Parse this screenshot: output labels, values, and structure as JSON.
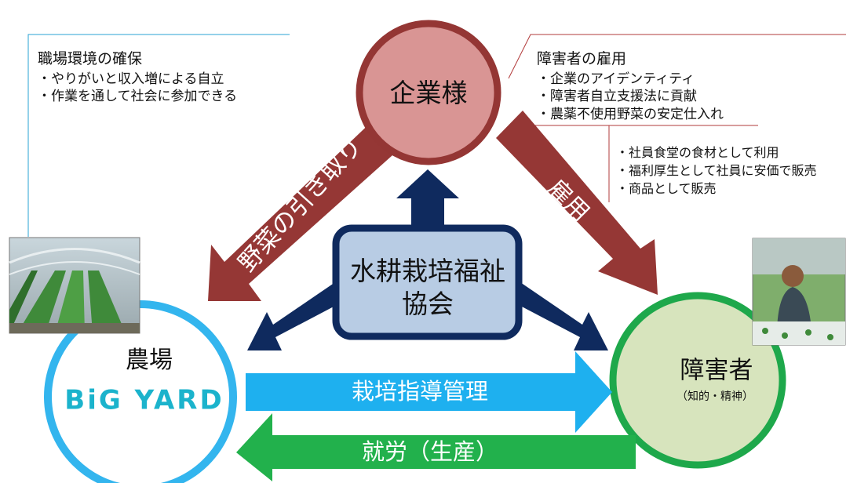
{
  "company": {
    "label": "企業様"
  },
  "association": {
    "line1": "水耕栽培福祉",
    "line2": "協会"
  },
  "farm": {
    "label": "農場",
    "logo": "BiG YARD"
  },
  "disabled": {
    "label": "障害者",
    "sub": "（知的・精神）"
  },
  "arrows": {
    "vegetables": "野菜の引き取り",
    "employment": "雇用",
    "guidance": "栽培指導管理",
    "labor": "就労（生産）"
  },
  "notes": {
    "workplace": {
      "title": "職場環境の確保",
      "items": [
        "・やりがいと収入増による自立",
        "・作業を通して社会に参加できる"
      ]
    },
    "hiring": {
      "title": "障害者の雇用",
      "items": [
        "・企業のアイデンティティ",
        "・障害者自立支援法に貢献",
        "・農薬不使用野菜の安定仕入れ"
      ]
    },
    "usage": {
      "items": [
        "・社員食堂の食材として利用",
        "・福利厚生として社員に安価で販売",
        "・商品として販売"
      ]
    }
  },
  "photos": {
    "greenhouse": "greenhouse-photo",
    "worker": "worker-photo"
  },
  "colors": {
    "company_fill": "#d99594",
    "company_stroke": "#943634",
    "red_arrow": "#953735",
    "navy": "#0f2a5e",
    "center_fill": "#b8cce4",
    "blue_ring": "#33b5ee",
    "cyan_arrow": "#1eb0ef",
    "green_ring": "#1ea84b",
    "green_fill": "#d7e4bd",
    "green_arrow": "#22b14c"
  }
}
